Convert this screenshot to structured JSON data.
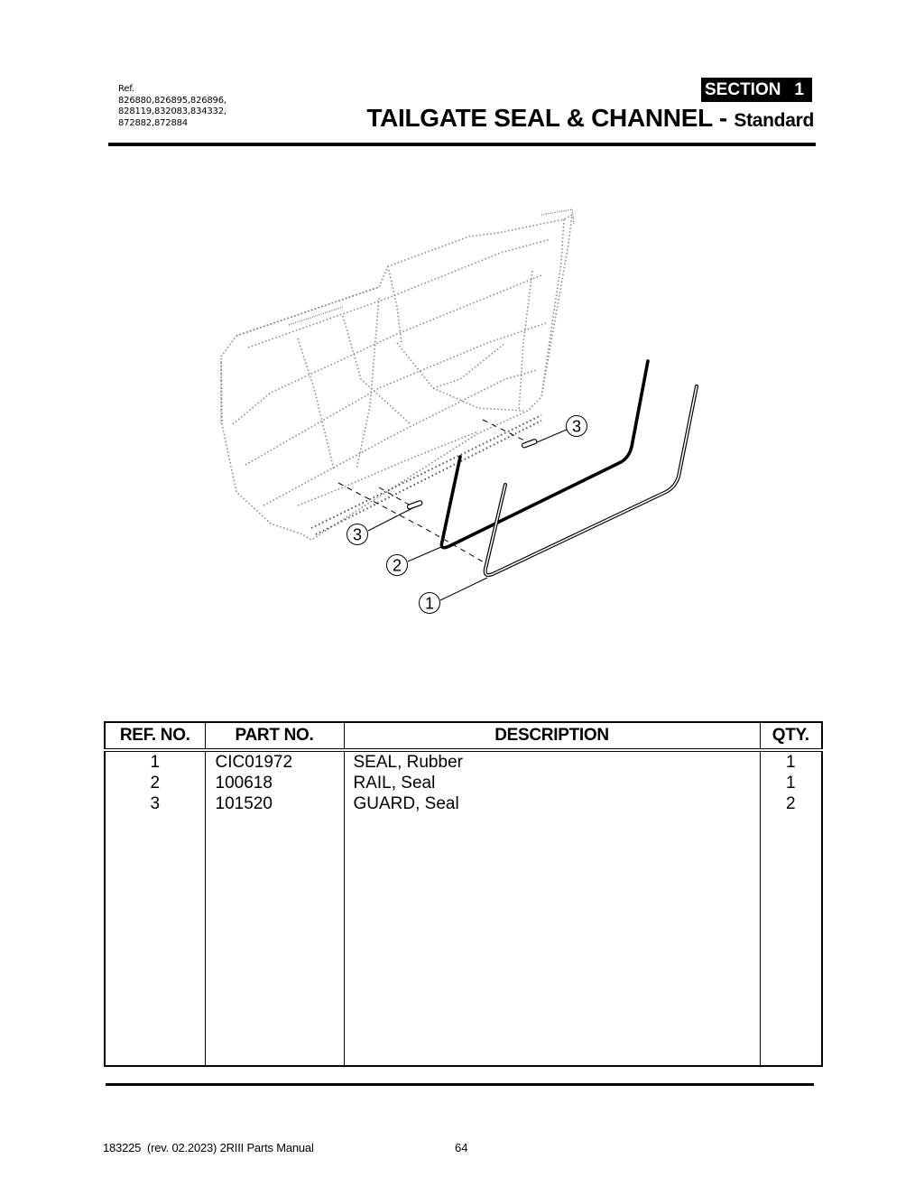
{
  "header": {
    "ref_label": "Ref.",
    "ref_numbers": [
      "826880,826895,826896,",
      "828119,832083,834332,",
      "872882,872884"
    ],
    "section_label": "SECTION",
    "section_number": "1",
    "title": "TAILGATE SEAL & CHANNEL",
    "title_separator": " - ",
    "subtitle": "Standard"
  },
  "diagram": {
    "callouts": [
      {
        "label": "3",
        "part": "GUARD, Seal (upper)"
      },
      {
        "label": "3",
        "part": "GUARD, Seal (lower)"
      },
      {
        "label": "2",
        "part": "RAIL, Seal"
      },
      {
        "label": "1",
        "part": "SEAL, Rubber"
      }
    ]
  },
  "parts_table": {
    "columns": [
      "REF. NO.",
      "PART NO.",
      "DESCRIPTION",
      "QTY."
    ],
    "rows": [
      {
        "ref": "1",
        "part_no": "CIC01972",
        "description": "SEAL, Rubber",
        "qty": "1"
      },
      {
        "ref": "2",
        "part_no": "100618",
        "description": "RAIL, Seal",
        "qty": "1"
      },
      {
        "ref": "3",
        "part_no": "101520",
        "description": "GUARD, Seal",
        "qty": "2"
      }
    ]
  },
  "footer": {
    "document": "183225  (rev. 02.2023) 2RIII Parts Manual",
    "page_number": "64"
  }
}
